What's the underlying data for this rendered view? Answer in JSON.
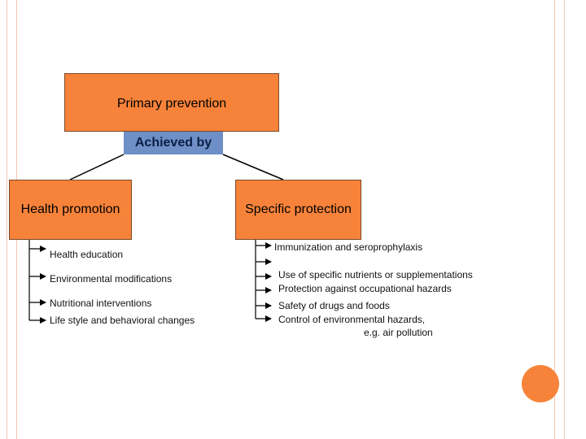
{
  "title": "Primary prevention",
  "connector": "Achieved by",
  "branches": [
    {
      "label": "Health promotion",
      "items": [
        "Health education",
        "Environmental modifications",
        "Nutritional interventions",
        "Life style and behavioral changes"
      ]
    },
    {
      "label": "Specific protection",
      "items": [
        "Immunization and seroprophylaxis",
        "Use of specific nutrients or supplementations",
        "Protection against occupational hazards",
        "Safety of drugs and foods",
        "Control of environmental hazards,",
        "e.g. air pollution"
      ]
    }
  ],
  "colors": {
    "box": "#f7833a",
    "connector_box": "#6f8fc7",
    "frame": "#f2c9b5"
  }
}
